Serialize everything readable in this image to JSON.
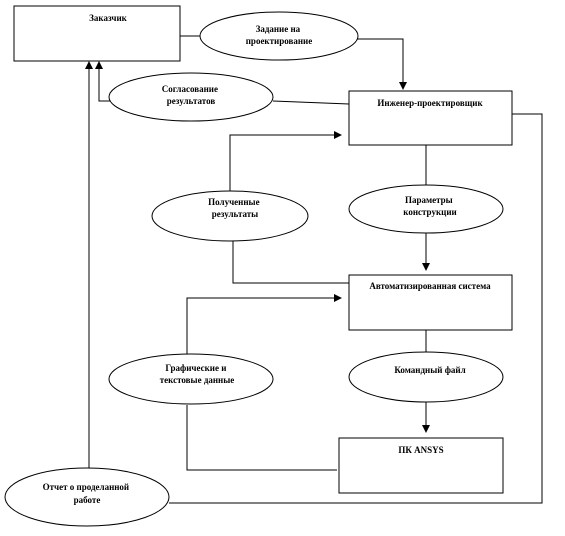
{
  "nodes": {
    "customer": "Заказчик",
    "engineer": "Инженер-проектировщик",
    "cad_system": "Автоматизированная система",
    "ansys": "ПК ANSYS"
  },
  "flows": {
    "design_task": [
      "Задание на",
      "проектирование"
    ],
    "results_agreement": [
      "Согласование",
      "результатов"
    ],
    "obtained_results": [
      "Полученные",
      "результаты"
    ],
    "design_parameters": [
      "Параметры",
      "конструкции"
    ],
    "command_file": [
      "Командный файл"
    ],
    "graphic_text_data": [
      "Графические и",
      "текстовые данные"
    ],
    "work_report": [
      "Отчет о проделанной",
      "работе"
    ]
  }
}
